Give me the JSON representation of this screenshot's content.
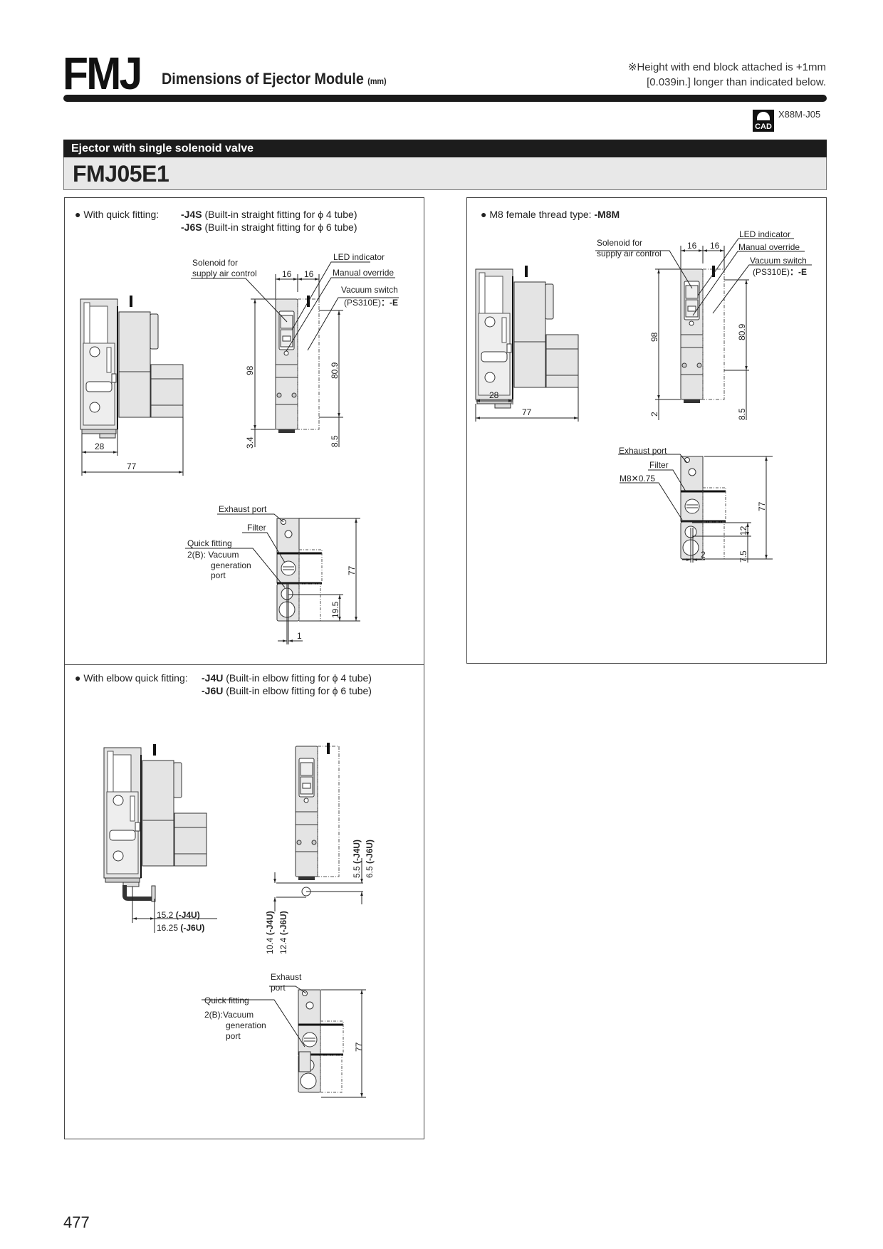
{
  "header": {
    "brand": "FMJ",
    "title": "Dimensions of Ejector Module",
    "unit": "(mm)",
    "note_line1": "※Height with end block attached is +1mm",
    "note_line2": "[0.039in.] longer than indicated below.",
    "cad_label": "CAD",
    "cad_code": "X88M-J05"
  },
  "section": {
    "category": "Ejector with single solenoid valve",
    "model": "FMJ05E1"
  },
  "quick_fitting": {
    "intro": "With quick fitting:",
    "opt1_code": "-J4S",
    "opt1_desc": "(Built-in straight fitting for ϕ 4 tube)",
    "opt2_code": "-J6S",
    "opt2_desc": "(Built-in straight fitting for ϕ 6 tube)",
    "labels": {
      "solenoid_1": "Solenoid for",
      "solenoid_2": "supply air control",
      "led": "LED indicator",
      "manual": "Manual override",
      "vacuum_switch": "Vacuum switch",
      "vacuum_switch_model": "(PS310E)",
      "vacuum_switch_option": "：-E",
      "exhaust": "Exhaust port",
      "filter": "Filter",
      "quick_fitting": "Quick fitting",
      "vac_port_1": "2(B): Vacuum",
      "vac_port_2": "generation",
      "vac_port_3": "port"
    },
    "dims": {
      "w28": "28",
      "w77": "77",
      "w16a": "16",
      "w16b": "16",
      "h98": "98",
      "h80_9": "80.9",
      "h3_4": "3.4",
      "h8_5": "8.5",
      "b77": "77",
      "b19_5": "19.5",
      "b1": "1"
    }
  },
  "m8": {
    "intro": "M8 female thread type:",
    "code": "-M8M",
    "labels": {
      "solenoid_1": "Solenoid for",
      "solenoid_2": "supply air control",
      "led": "LED indicator",
      "manual": "Manual override",
      "vacuum_switch": "Vacuum switch",
      "vacuum_switch_model": "(PS310E)",
      "vacuum_switch_option": "：-E",
      "exhaust": "Exhaust port",
      "filter": "Filter",
      "thread": "M8✕0.75"
    },
    "dims": {
      "w28": "28",
      "w77": "77",
      "w16a": "16",
      "w16b": "16",
      "h98": "98",
      "h80_9": "80.9",
      "h2": "2",
      "h8_5": "8.5",
      "b77": "77",
      "b12": "12",
      "b7_5": "7.5",
      "b2": "2"
    }
  },
  "elbow": {
    "intro": "With elbow quick fitting:",
    "opt1_code": "-J4U",
    "opt1_desc": "(Built-in elbow fitting for ϕ 4 tube)",
    "opt2_code": "-J6U",
    "opt2_desc": "(Built-in elbow fitting for ϕ 6 tube)",
    "labels": {
      "exhaust_1": "Exhaust",
      "exhaust_2": "port",
      "quick_fitting": "Quick fitting",
      "vac_port_1": "2(B):Vacuum",
      "vac_port_2": "generation",
      "vac_port_3": "port"
    },
    "dims": {
      "d15_2": "15.2",
      "d15_2_opt": "(-J4U)",
      "d16_25": "16.25",
      "d16_25_opt": "(-J6U)",
      "d5_5": "5.5",
      "d5_5_opt": "(-J4U)",
      "d6_5": "6.5",
      "d6_5_opt": "(-J6U)",
      "d10_4": "10.4",
      "d10_4_opt": "(-J4U)",
      "d12_4": "12.4",
      "d12_4_opt": "(-J6U)",
      "b77": "77"
    }
  },
  "page_number": "477"
}
